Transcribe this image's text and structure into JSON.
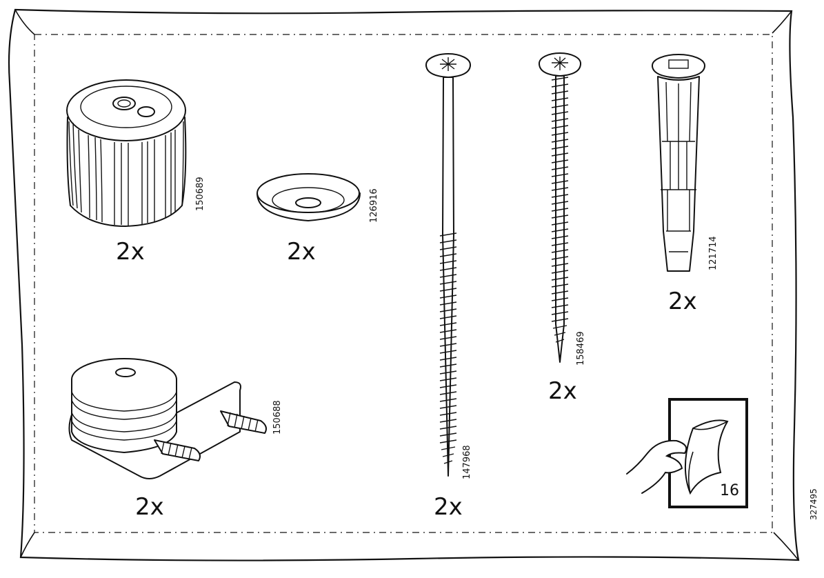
{
  "sheet_code": "327495",
  "parts": [
    {
      "id": "cap",
      "article": "150689",
      "quantity": "2x"
    },
    {
      "id": "washer",
      "article": "126916",
      "quantity": "2x"
    },
    {
      "id": "long-screw",
      "article": "147968",
      "quantity": "2x"
    },
    {
      "id": "short-screw",
      "article": "158469",
      "quantity": "2x"
    },
    {
      "id": "wall-plug",
      "article": "121714",
      "quantity": "2x"
    },
    {
      "id": "adjustable-foot",
      "article": "150688",
      "quantity": "2x"
    }
  ],
  "page_reference": {
    "icon": "page-turn-hand-icon",
    "page_number": "16"
  }
}
